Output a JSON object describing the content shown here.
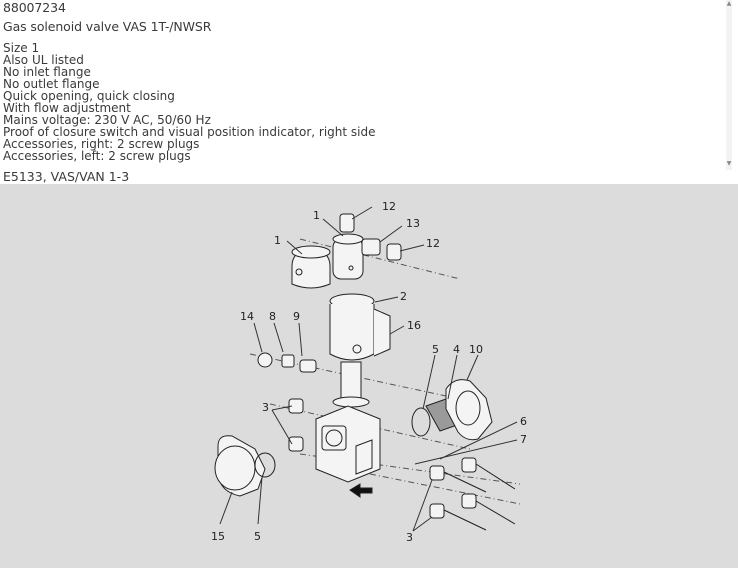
{
  "article_number": "88007234",
  "product_name": "Gas solenoid valve VAS 1T-/NWSR",
  "specs": [
    "Size 1",
    "Also UL listed",
    "No inlet flange",
    "No outlet flange",
    "Quick opening, quick closing",
    "With flow adjustment",
    "Mains voltage: 230 V AC, 50/60 Hz",
    "Proof of closure switch and visual position indicator, right side",
    "Accessories, right: 2 screw plugs",
    "Accessories, left: 2 screw plugs"
  ],
  "drawing_caption": "E5133, VAS/VAN 1-3",
  "drawing": {
    "callouts": [
      "12",
      "1",
      "13",
      "1",
      "12",
      "2",
      "14",
      "8",
      "9",
      "16",
      "5",
      "4",
      "10",
      "3",
      "6",
      "7",
      "15",
      "5",
      "3"
    ]
  },
  "colors": {
    "text": "#3a3a3a",
    "drawing_background": "#dcdcdc",
    "line_art": "#222222"
  }
}
